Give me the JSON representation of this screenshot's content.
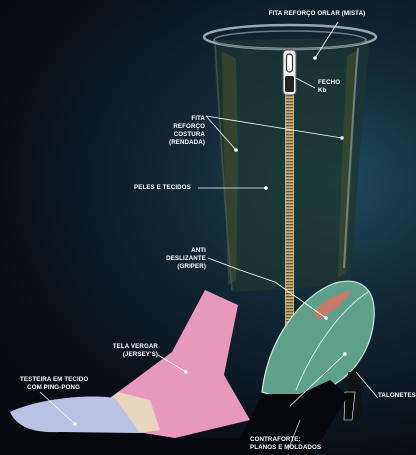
{
  "labels": {
    "fita_reforco_orlar": "FITA REFORÇO ORLAR (MISTA)",
    "fecho_l1": "FECHO",
    "fecho_l2": "Kb",
    "fita_costura_l1": "FITA",
    "fita_costura_l2": "REFORÇO",
    "fita_costura_l3": "COSTURA",
    "fita_costura_l4": "(RENDADA)",
    "peles_tecidos": "PELES E TECIDOS",
    "anti_l1": "ANTI",
    "anti_l2": "DESLIZANTE",
    "anti_l3": "(GRIPER)",
    "tela_l1": "TELA VERGAR",
    "tela_l2": "(JERSEY'S)",
    "testeira_l1": "TESTEIRA EM TECIDO",
    "testeira_l2": "COM PING-PONG",
    "taloneta": "TALONETES",
    "contraforte_l1": "CONTRAFORTE:",
    "contraforte_l2": "PLANOS E MOLDADOS"
  },
  "colors": {
    "toe": "#b9c2e4",
    "toe_band": "#e6d6bd",
    "vamp": "#e899bb",
    "counter": "#5fa08a",
    "grip": "#c8796a",
    "zipper": "#c9b27c",
    "shaft": "#1f3a35"
  }
}
